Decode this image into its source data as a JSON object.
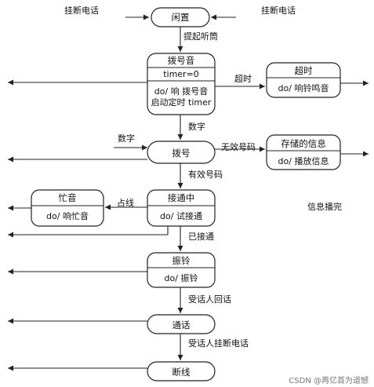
{
  "diagram": {
    "hangup_event_left": "挂断电话",
    "hangup_event_right": "挂断电话",
    "offhook_label": "提起听筒",
    "states": {
      "idle": {
        "name": "闲置"
      },
      "dialtone": {
        "name": "拨号音",
        "line1": "timer=0",
        "line2": "do/ 响 拨号音",
        "line3": "启动定时 timer"
      },
      "timeout": {
        "name": "超时",
        "action": "do/ 响铃鸣音"
      },
      "dialing": {
        "name": "拨号"
      },
      "invalid": {
        "name": "存储的信息",
        "action": "do/ 播放信息"
      },
      "connecting": {
        "name": "接通中",
        "action": "do/ 试接通"
      },
      "busy": {
        "name": "忙音",
        "action": "do/ 响忙音"
      },
      "ringing": {
        "name": "振铃",
        "action": "do/ 振铃"
      },
      "talking": {
        "name": "通话"
      },
      "disconnect": {
        "name": "断线"
      }
    },
    "transitions": {
      "timeout": "超时",
      "digit_in": "数字",
      "digit": "数字",
      "invalid_number": "无效号码",
      "valid_number": "有效号码",
      "busy_line": "占线",
      "connected": "已接通",
      "callee_answers": "受话人回话",
      "callee_hangs_up": "受话人挂断电话"
    },
    "message_done": "信息播完"
  },
  "watermark": "CSDN @再亿首为道憾"
}
